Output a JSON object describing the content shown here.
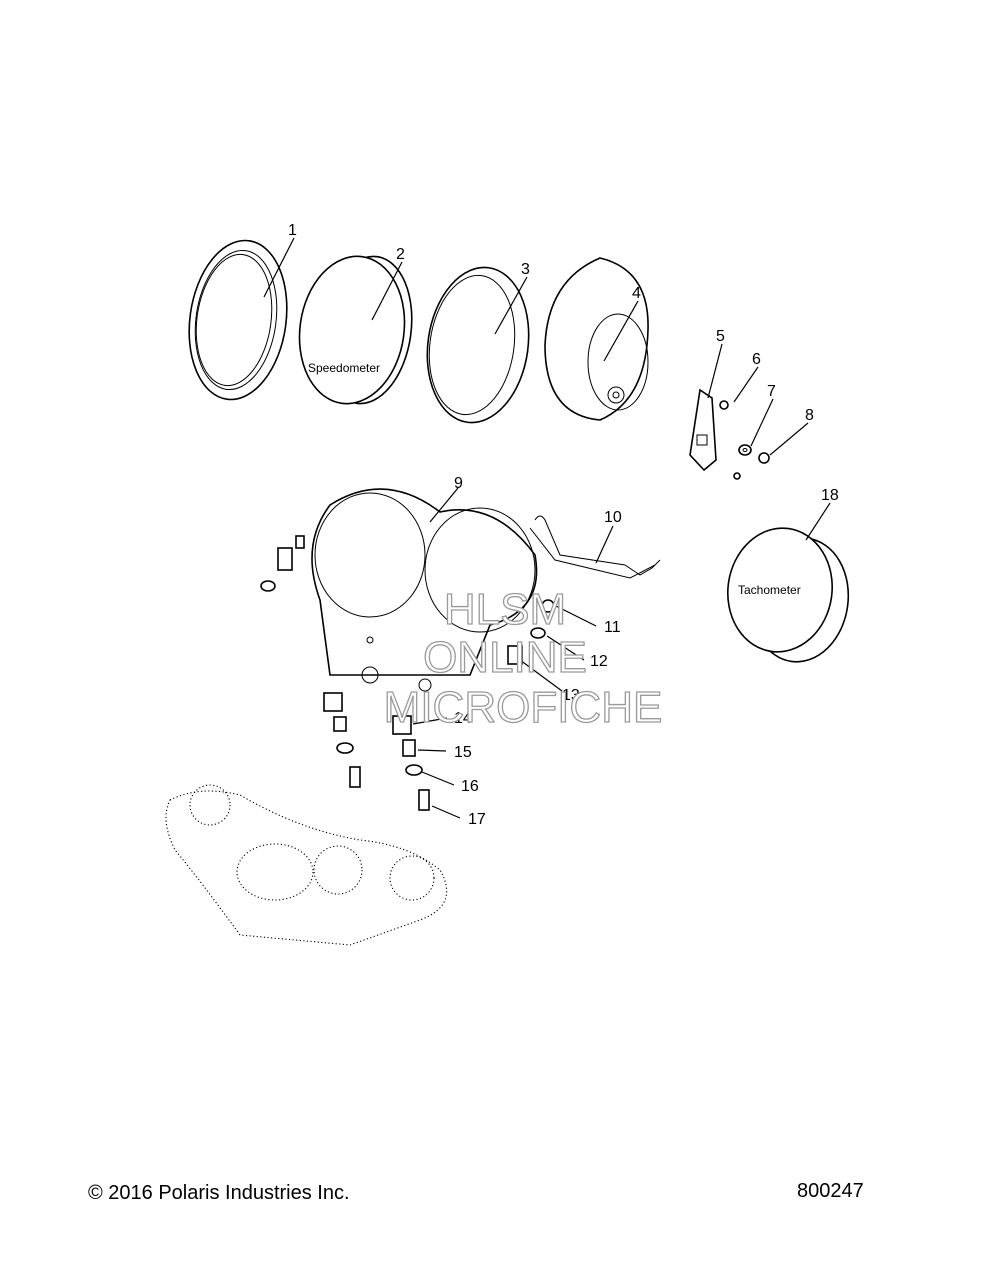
{
  "callouts": [
    "1",
    "2",
    "3",
    "4",
    "5",
    "6",
    "7",
    "8",
    "9",
    "10",
    "11",
    "12",
    "13",
    "14",
    "15",
    "16",
    "17",
    "18"
  ],
  "labels": {
    "speedometer": "Speedometer",
    "tachometer": "Tachometer"
  },
  "watermark": {
    "line1": "HLSM",
    "line2": "ONLINE",
    "line3": "MICROFICHE"
  },
  "footer": {
    "copyright": "© 2016 Polaris Industries Inc.",
    "diagram_number": "800247"
  }
}
